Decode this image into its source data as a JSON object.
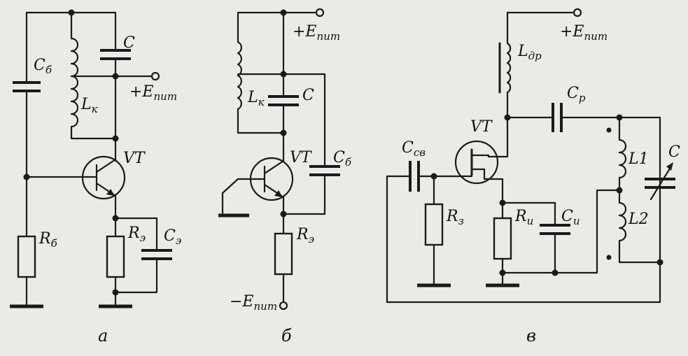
{
  "circuit_a": {
    "caption": "а",
    "C": {
      "main": "C",
      "sub": ""
    },
    "Cb": {
      "main": "C",
      "sub": "б"
    },
    "Lk": {
      "main": "L",
      "sub": "к"
    },
    "Epit": {
      "main": "+E",
      "sub": "пит"
    },
    "VT": {
      "main": "VT",
      "sub": ""
    },
    "Rb": {
      "main": "R",
      "sub": "б"
    },
    "Re": {
      "main": "R",
      "sub": "э"
    },
    "Ce": {
      "main": "C",
      "sub": "э"
    }
  },
  "circuit_b": {
    "caption": "б",
    "Epit_pos": {
      "main": "+E",
      "sub": "пит"
    },
    "Lk": {
      "main": "L",
      "sub": "к"
    },
    "C": {
      "main": "C",
      "sub": ""
    },
    "VT": {
      "main": "VT",
      "sub": ""
    },
    "Cb": {
      "main": "C",
      "sub": "б"
    },
    "Re": {
      "main": "R",
      "sub": "э"
    },
    "Epit_neg": {
      "main": "−E",
      "sub": "пит"
    }
  },
  "circuit_v": {
    "caption": "в",
    "Epit": {
      "main": "+E",
      "sub": "пит"
    },
    "Ldr": {
      "main": "L",
      "sub": "др"
    },
    "Cr": {
      "main": "C",
      "sub": "р"
    },
    "VT": {
      "main": "VT",
      "sub": ""
    },
    "Csv": {
      "main": "C",
      "sub": "св"
    },
    "Rz": {
      "main": "R",
      "sub": "з"
    },
    "Ri": {
      "main": "R",
      "sub": "и"
    },
    "Ci": {
      "main": "C",
      "sub": "и"
    },
    "L1": {
      "main": "L1",
      "sub": ""
    },
    "L2": {
      "main": "L2",
      "sub": ""
    },
    "C": {
      "main": "C",
      "sub": ""
    }
  }
}
